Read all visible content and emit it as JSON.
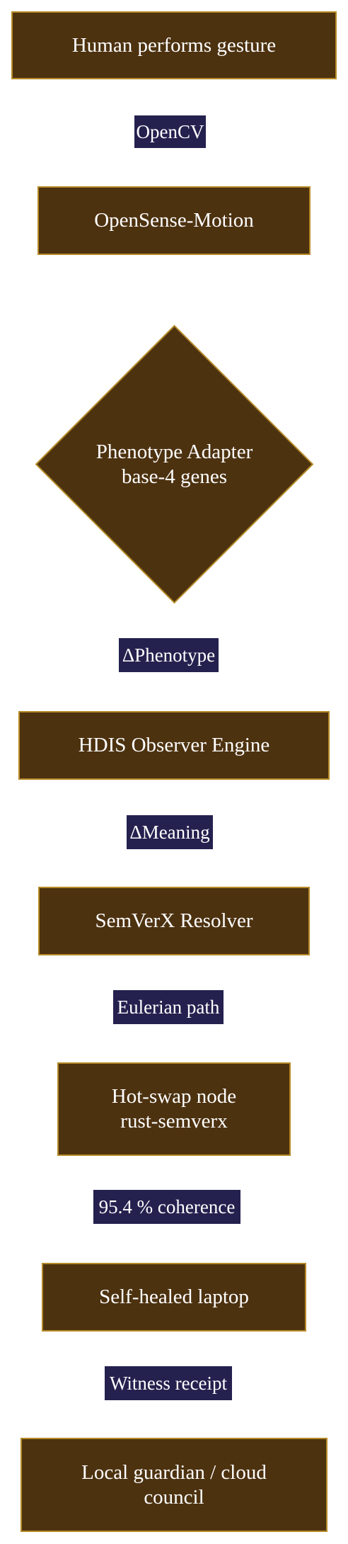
{
  "diagram": {
    "nodes": [
      {
        "id": "gesture",
        "label": "Human performs gesture"
      },
      {
        "id": "opensense",
        "label": "OpenSense-Motion"
      },
      {
        "id": "adapter",
        "label_lines": [
          "Phenotype Adapter",
          "base-4 genes"
        ]
      },
      {
        "id": "hdis",
        "label": "HDIS Observer Engine"
      },
      {
        "id": "semverx",
        "label": "SemVerX Resolver"
      },
      {
        "id": "hotswap",
        "label_lines": [
          "Hot-swap node",
          "rust-semverx"
        ]
      },
      {
        "id": "laptop",
        "label": "Self-healed laptop"
      },
      {
        "id": "council",
        "label_lines": [
          "Local guardian / cloud",
          "council"
        ]
      }
    ],
    "edge_labels": [
      {
        "from": "gesture",
        "to": "opensense",
        "label": "OpenCV"
      },
      {
        "from": "adapter",
        "to": "hdis",
        "label": "ΔPhenotype"
      },
      {
        "from": "hdis",
        "to": "semverx",
        "label": "ΔMeaning"
      },
      {
        "from": "semverx",
        "to": "hotswap",
        "label": "Eulerian path"
      },
      {
        "from": "hotswap",
        "to": "laptop",
        "label": "95.4 % coherence"
      },
      {
        "from": "laptop",
        "to": "council",
        "label": "Witness receipt"
      }
    ],
    "colors": {
      "node_fill": "#4d3210",
      "node_border": "#b58a27",
      "label_fill": "#24214f",
      "text": "#ffffff",
      "background": "#ffffff"
    }
  }
}
